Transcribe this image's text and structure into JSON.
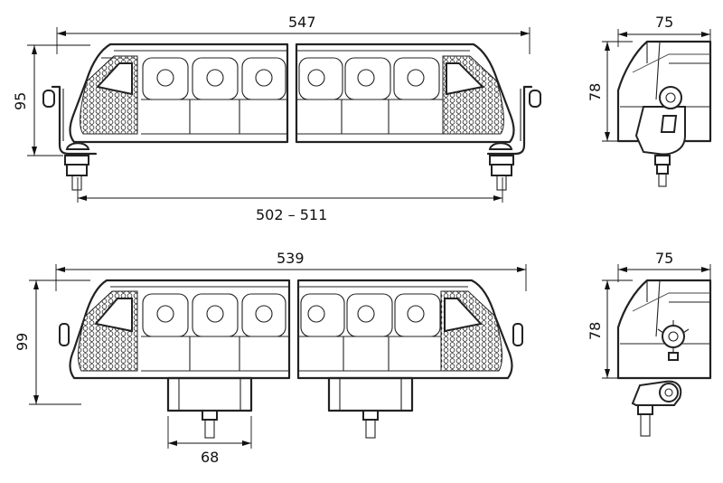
{
  "views": {
    "top_front": {
      "width": "547",
      "height": "95",
      "mount_span": "502 – 511"
    },
    "top_side": {
      "width": "75",
      "height": "78"
    },
    "bottom_front": {
      "width": "539",
      "height": "99",
      "bracket_spacing": "68"
    },
    "bottom_side": {
      "width": "75",
      "height": "78"
    }
  }
}
